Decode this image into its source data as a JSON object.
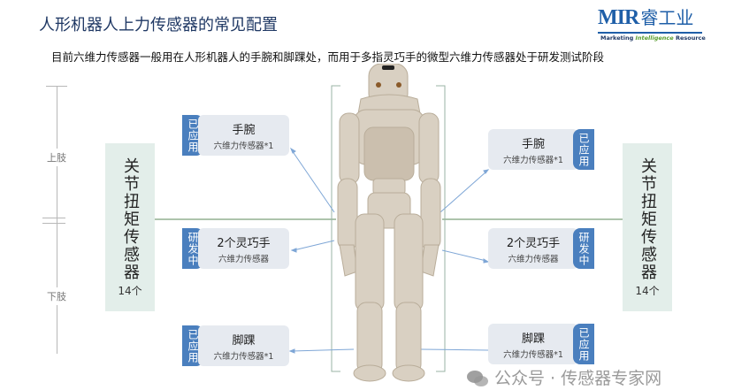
{
  "title": "人形机器人上力传感器的常见配置",
  "subtitle": "目前六维力传感器一般用在人形机器人的手腕和脚踝处，而用于多指灵巧手的微型六维力传感器处于研发测试阶段",
  "logo": {
    "mir": "MIR",
    "cn": "睿工业",
    "tagline_a": "Marketing ",
    "tagline_b": "Intelligence",
    "tagline_c": " Resource"
  },
  "limbs": {
    "upper": "上肢",
    "lower": "下肢"
  },
  "joint": {
    "title": "关节扭矩传感器",
    "count": "14个"
  },
  "left_cards": [
    {
      "name": "手腕",
      "sub": "六维力传感器*1",
      "status": "已应用"
    },
    {
      "name": "2个灵巧手",
      "sub": "六维力传感器",
      "status": "研发中"
    },
    {
      "name": "脚踝",
      "sub": "六维力传感器*1",
      "status": "已应用"
    }
  ],
  "right_cards": [
    {
      "name": "手腕",
      "sub": "六维力传感器*1",
      "status": "已应用"
    },
    {
      "name": "2个灵巧手",
      "sub": "六维力传感器",
      "status": "研发中"
    },
    {
      "name": "脚踝",
      "sub": "六维力传感器*1",
      "status": "已应用"
    }
  ],
  "watermark": "公众号 · 传感器专家网",
  "colors": {
    "tag": "#4a7fbe",
    "card": "#e6eaf0",
    "joint_box": "#e3eeea",
    "line_green": "#5b8a5a",
    "arrow": "#7ea6d6"
  }
}
